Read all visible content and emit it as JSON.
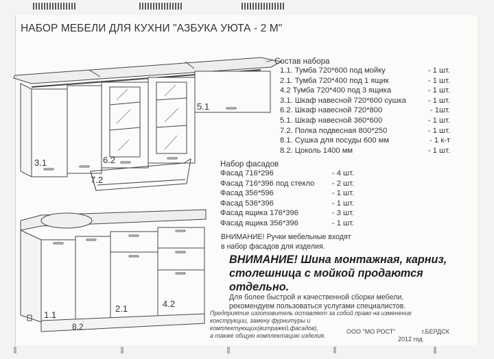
{
  "title": "НАБОР МЕБЕЛИ ДЛЯ КУХНИ \"АЗБУКА УЮТА - 2 М\"",
  "composition": {
    "heading": "Состав набора",
    "items": [
      {
        "name": "1.1. Тумба 720*600 под мойку",
        "qty": "- 1 шт."
      },
      {
        "name": "2.1. Тумба 720*400 под 1 ящик",
        "qty": "- 1 шт."
      },
      {
        "name": "4.2 Тумба 720*400 под 3 ящика",
        "qty": "- 1 шт."
      },
      {
        "name": "3.1. Шкаф навесной 720*600 сушка",
        "qty": "- 1 шт."
      },
      {
        "name": "6.2. Шкаф навесной 720*800",
        "qty": "- 1шт."
      },
      {
        "name": "5.1. Шкаф навесной 360*600",
        "qty": "- 1 шт."
      },
      {
        "name": "7.2. Полка подвесная 800*250",
        "qty": "- 1 шт."
      },
      {
        "name": "8.1. Сушка для посуды 600 мм",
        "qty": "- 1 к-т"
      },
      {
        "name": "8.2. Цоколь 1400 мм",
        "qty": "- 1 шт."
      }
    ]
  },
  "facades": {
    "heading": "Набор фасадов",
    "items": [
      {
        "name": "Фасад 716*296",
        "qty": "- 4 шт."
      },
      {
        "name": "Фасад 716*396 под стекло",
        "qty": "- 2 шт."
      },
      {
        "name": "Фасад 356*596",
        "qty": "- 1 шт."
      },
      {
        "name": "Фасад 536*396",
        "qty": "- 1 шт."
      },
      {
        "name": "Фасад ящика 176*396",
        "qty": "- 3 шт."
      },
      {
        "name": "Фасад ящика 356*396",
        "qty": "- 1 шт."
      }
    ]
  },
  "notes": {
    "handles_line1": "ВНИМАНИЕ! Ручки мебельные входят",
    "handles_line2": "в набор фасадов для изделия.",
    "warning_line1": "ВНИМАНИЕ! Шина монтажная, карниз,",
    "warning_line2": "столешница с мойкой продаются",
    "warning_line3": "отдельно.",
    "advice_line1": "Для более быстрой и качественной сборки мебели,",
    "advice_line2": "рекомендуем пользоваться услугами специалистов.",
    "disclaimer_line1": "Предприятие изготовитель оставляет за собой право на изменение",
    "disclaimer_line2": "конструкции, замену фурнитуры и",
    "disclaimer_line3": "комплектующих(витражей,фасадов),",
    "disclaimer_line4": "а также общую комплектацию изделия."
  },
  "footer": {
    "company": "ООО \"МО РОСТ\"",
    "city": "г.БЕРДСК",
    "year": "2012 год"
  },
  "drawing_labels": {
    "upper_left": "3.1",
    "upper_glass": "6.2",
    "upper_right": "5.1",
    "shelf": "7.2",
    "sink_base": "1.1",
    "drawer_base": "2.1",
    "three_drawer": "4.2",
    "plinth": "8.2"
  }
}
